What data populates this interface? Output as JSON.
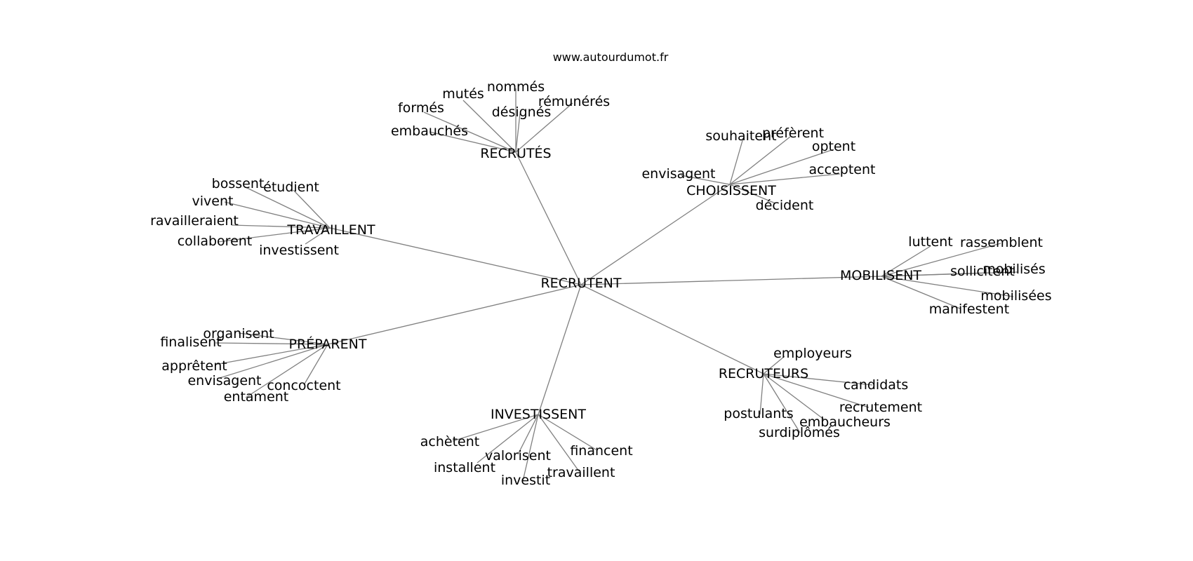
{
  "source": "www.autourdumot.fr",
  "graph": {
    "center": "RECRUTENT",
    "clusters": [
      {
        "hub": "RECRUTÉS",
        "leaves": [
          "embauchés",
          "formés",
          "mutés",
          "nommés",
          "désignés",
          "rémunérés"
        ]
      },
      {
        "hub": "CHOISISSENT",
        "leaves": [
          "envisagent",
          "souhaitent",
          "préfèrent",
          "optent",
          "acceptent",
          "décident"
        ]
      },
      {
        "hub": "TRAVAILLENT",
        "leaves": [
          "bossent",
          "étudient",
          "vivent",
          "ravailleraient",
          "collaborent",
          "investissent"
        ]
      },
      {
        "hub": "MOBILISENT",
        "leaves": [
          "luttent",
          "rassemblent",
          "sollicitent",
          "mobilisés",
          "mobilisées",
          "manifestent"
        ]
      },
      {
        "hub": "PRÉPARENT",
        "leaves": [
          "organisent",
          "finalisent",
          "apprêtent",
          "envisagent",
          "entament",
          "concoctent"
        ]
      },
      {
        "hub": "RECRUTEURS",
        "leaves": [
          "employeurs",
          "candidats",
          "recrutement",
          "embaucheurs",
          "surdiplômés",
          "postulants"
        ]
      },
      {
        "hub": "INVESTISSENT",
        "leaves": [
          "achètent",
          "installent",
          "valorisent",
          "investit",
          "travaillent",
          "financent"
        ]
      }
    ]
  },
  "colors": {
    "edge": "#808080",
    "text": "#000000",
    "background": "#ffffff"
  }
}
